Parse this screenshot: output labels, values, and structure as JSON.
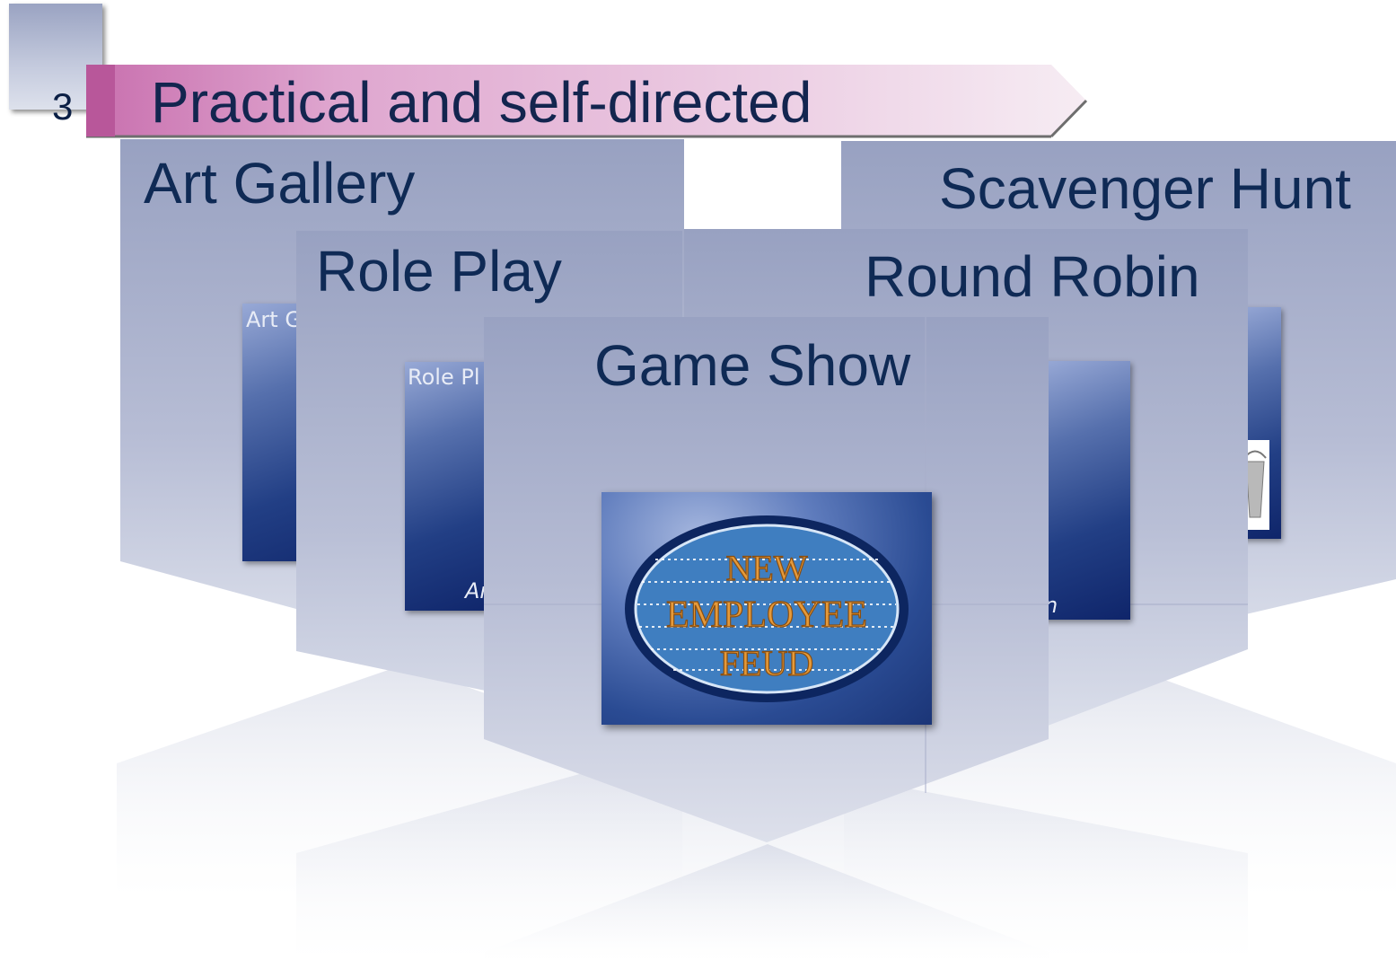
{
  "slide": {
    "number": "3",
    "title": "Practical and self-directed"
  },
  "cards": {
    "art_gallery": {
      "title": "Art Gallery",
      "thumb_label": "Art G"
    },
    "scavenger_hunt": {
      "title": "Scavenger Hunt"
    },
    "role_play": {
      "title": "Role Play",
      "thumb_label": "Role Pl",
      "thumb_caption": "Ar"
    },
    "round_robin": {
      "title": "Round Robin",
      "thumb_caption": "n"
    },
    "game_show": {
      "title": "Game Show"
    }
  },
  "game_logo": {
    "line1": "NEW",
    "line2": "EMPLOYEE",
    "line3": "FEUD"
  }
}
